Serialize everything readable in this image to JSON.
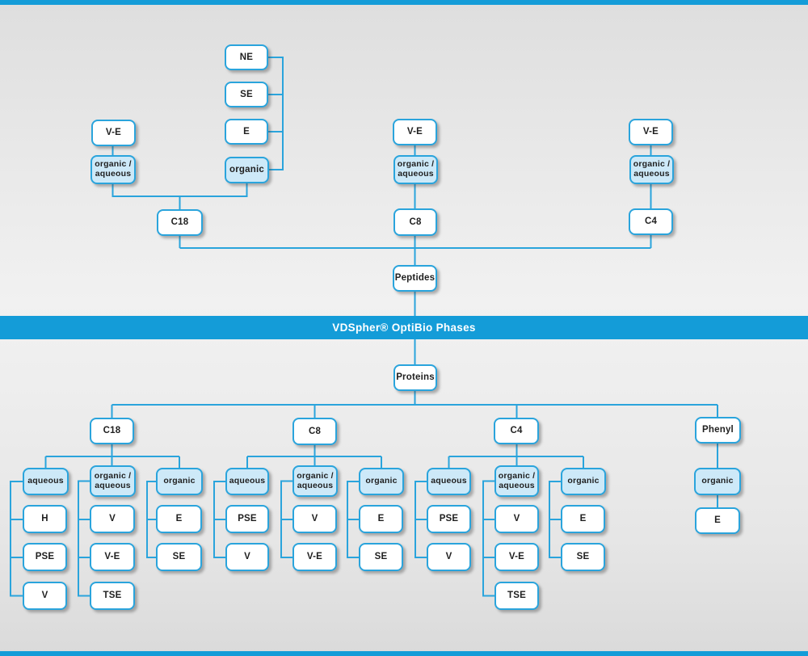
{
  "colors": {
    "accent": "#149cd8",
    "line": "#2aa4dc",
    "node_tint": "#cde9f8",
    "node_bg": "#ffffff"
  },
  "banner": {
    "title": "VDSpher® OptiBio Phases"
  },
  "peptides": {
    "root": "Peptides",
    "c18": {
      "label": "C18",
      "ve": "V-E",
      "orgaq": "organic /\naqueous",
      "organic": "organic",
      "organic_leaves": {
        "ne": "NE",
        "se": "SE",
        "e": "E"
      }
    },
    "c8": {
      "label": "C8",
      "ve": "V-E",
      "orgaq": "organic /\naqueous"
    },
    "c4": {
      "label": "C4",
      "ve": "V-E",
      "orgaq": "organic /\naqueous"
    }
  },
  "proteins": {
    "root": "Proteins",
    "c18": {
      "label": "C18",
      "aqueous": {
        "label": "aqueous",
        "leaves": [
          "H",
          "PSE",
          "V"
        ]
      },
      "orgaq": {
        "label": "organic /\naqueous",
        "leaves": [
          "V",
          "V-E",
          "TSE"
        ]
      },
      "organic": {
        "label": "organic",
        "leaves": [
          "E",
          "SE"
        ]
      }
    },
    "c8": {
      "label": "C8",
      "aqueous": {
        "label": "aqueous",
        "leaves": [
          "PSE",
          "V"
        ]
      },
      "orgaq": {
        "label": "organic /\naqueous",
        "leaves": [
          "V",
          "V-E"
        ]
      },
      "organic": {
        "label": "organic",
        "leaves": [
          "E",
          "SE"
        ]
      }
    },
    "c4": {
      "label": "C4",
      "aqueous": {
        "label": "aqueous",
        "leaves": [
          "PSE",
          "V"
        ]
      },
      "orgaq": {
        "label": "organic /\naqueous",
        "leaves": [
          "V",
          "V-E",
          "TSE"
        ]
      },
      "organic": {
        "label": "organic",
        "leaves": [
          "E",
          "SE"
        ]
      }
    },
    "phenyl": {
      "label": "Phenyl",
      "organic": {
        "label": "organic",
        "leaves": [
          "E"
        ]
      }
    }
  }
}
